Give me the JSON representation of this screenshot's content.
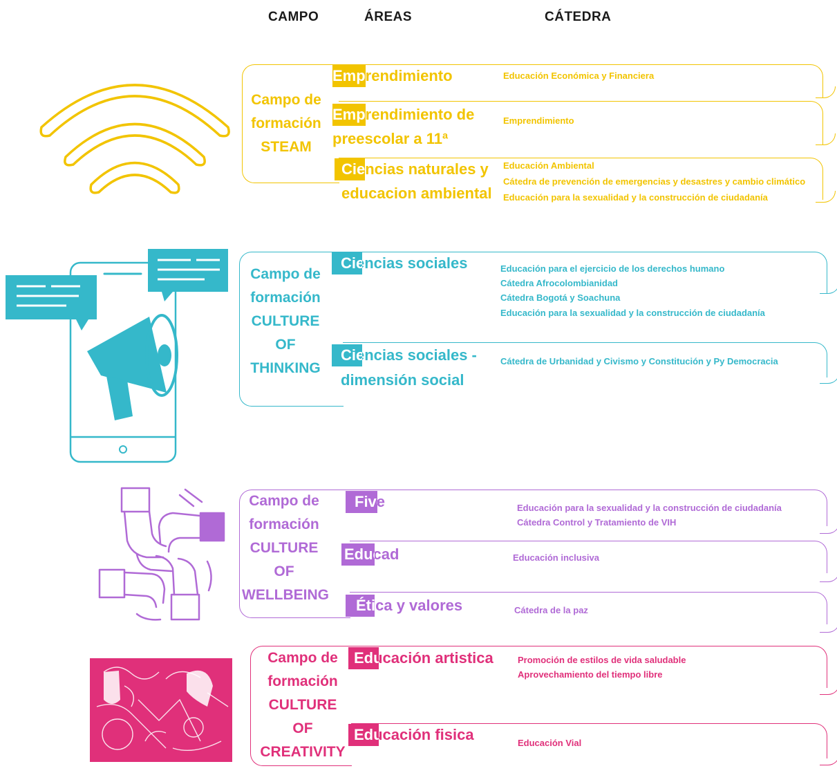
{
  "headers": {
    "campo": "CAMPO",
    "areas": "ÁREAS",
    "catedra": "CÁTEDRA"
  },
  "colors": {
    "steam": "#f2c400",
    "thinking": "#35b8ca",
    "wellbeing": "#b06ad6",
    "creativity": "#e0307a"
  },
  "icons": {
    "steam": "wifi-icon",
    "thinking": "megaphone-phone-icon",
    "wellbeing": "teamwork-hands-icon",
    "creativity": "art-collage-icon"
  },
  "steam": {
    "campo": "Campo de\nformación\nSTEAM",
    "areas": [
      {
        "label": "Emprendimiento",
        "catedras": [
          "Educación Económica y Financiera"
        ]
      },
      {
        "label": "Emprendimiento de",
        "label2": "preescolar a 11ª",
        "catedras": [
          "Emprendimiento"
        ]
      },
      {
        "label": "Ciencias naturales y",
        "label2": "educacion ambiental",
        "catedras": [
          "Educación Ambiental",
          "Cátedra de prevención de emergencias y desastres y cambio climático",
          "Educación para la sexualidad y la construcción de ciudadanía"
        ]
      }
    ]
  },
  "thinking": {
    "campo": "Campo de\nformación\nCULTURE\nOF\nTHINKING",
    "areas": [
      {
        "label": "Ciencias sociales",
        "catedras": [
          "Educación para el ejercicio de los derechos humano",
          "Cátedra Afrocolombianidad",
          "Cátedra Bogotá y Soachuna",
          "Educación para la sexualidad y la construcción de ciudadanía"
        ]
      },
      {
        "label": "Ciencias sociales -",
        "label2": "dimensión social",
        "catedras": [
          "Cátedra de Urbanidad y Civismo y Constitución y Py Democracia"
        ]
      }
    ]
  },
  "wellbeing": {
    "campo": "Campo de\nformación\nCULTURE\nOF\nWELLBEING",
    "areas": [
      {
        "label": "Five",
        "catedras": [
          "Educación para la sexualidad y la construcción de ciudadanía",
          "Cátedra Control y Tratamiento de VIH"
        ]
      },
      {
        "label": "Educad",
        "catedras": [
          "Educación inclusiva"
        ]
      },
      {
        "label": "Ética y valores",
        "catedras": [
          "Cátedra de la paz"
        ]
      }
    ]
  },
  "creativity": {
    "campo": "Campo de\nformación\nCULTURE\nOF\nCREATIVITY",
    "areas": [
      {
        "label": "Educación artistica",
        "catedras": [
          "Promoción de estilos de vida saludable",
          "Aprovechamiento del tiempo libre"
        ]
      },
      {
        "label": "Educación fisica",
        "catedras": [
          "Educación Vial"
        ]
      }
    ]
  }
}
